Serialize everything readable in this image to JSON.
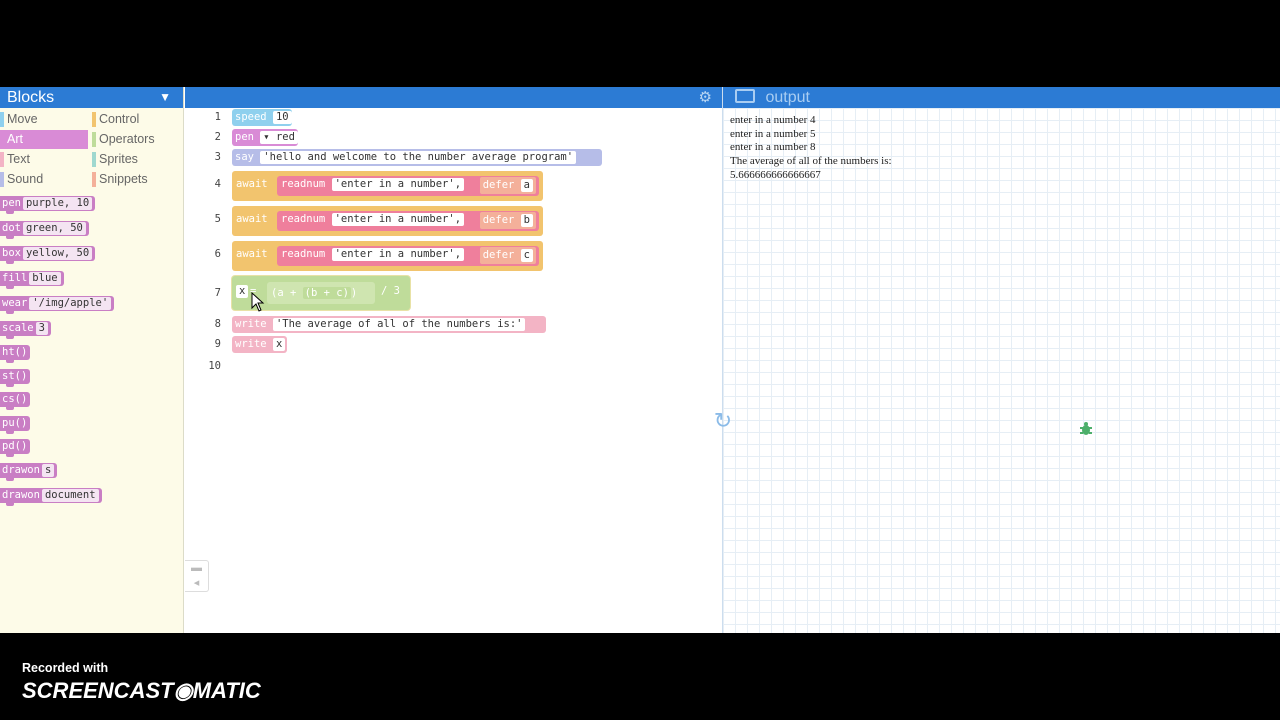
{
  "palette": {
    "title": "Blocks",
    "categories": [
      {
        "label": "Move",
        "color": "#8fd0ee"
      },
      {
        "label": "Control",
        "color": "#f2c46e"
      },
      {
        "label": "Art",
        "color": "#d98bd6"
      },
      {
        "label": "Operators",
        "color": "#bfdc9a"
      },
      {
        "label": "Text",
        "color": "#f3b4c5"
      },
      {
        "label": "Sprites",
        "color": "#9fd8cf"
      },
      {
        "label": "Sound",
        "color": "#b6bde8"
      },
      {
        "label": "Snippets",
        "color": "#f4b09a"
      }
    ],
    "blocks": [
      {
        "cmd": "pen",
        "arg": "purple, 10"
      },
      {
        "cmd": "dot",
        "arg": "green, 50"
      },
      {
        "cmd": "box",
        "arg": "yellow, 50"
      },
      {
        "cmd": "fill",
        "arg": "blue"
      },
      {
        "cmd": "wear",
        "arg": "'/img/apple'"
      },
      {
        "cmd": "scale",
        "arg": "3"
      },
      {
        "cmd": "ht()",
        "arg": ""
      },
      {
        "cmd": "st()",
        "arg": ""
      },
      {
        "cmd": "cs()",
        "arg": ""
      },
      {
        "cmd": "pu()",
        "arg": ""
      },
      {
        "cmd": "pd()",
        "arg": ""
      },
      {
        "cmd": "drawon",
        "arg": "s"
      },
      {
        "cmd": "drawon",
        "arg": "document"
      }
    ]
  },
  "editor": {
    "line_numbers": [
      "1",
      "2",
      "3",
      "4",
      "5",
      "6",
      "7",
      "8",
      "9",
      "10"
    ],
    "line1": {
      "kw": "speed",
      "arg": "10"
    },
    "line2": {
      "kw": "pen",
      "arg": "▾ red"
    },
    "line3": {
      "kw": "say",
      "arg": "'hello and welcome to the number average program'"
    },
    "line4": {
      "kw": "await",
      "fn": "readnum",
      "arg": "'enter in a number',",
      "defer": "defer",
      "var": "a"
    },
    "line5": {
      "kw": "await",
      "fn": "readnum",
      "arg": "'enter in a number',",
      "defer": "defer",
      "var": "b"
    },
    "line6": {
      "kw": "await",
      "fn": "readnum",
      "arg": "'enter in a number',",
      "defer": "defer",
      "var": "c"
    },
    "line7": {
      "lhs": "x",
      "eq": "=",
      "open": "(a",
      "plus1": "+",
      "inner": "(b + c)",
      "close": ")",
      "div": "/ 3"
    },
    "line8": {
      "kw": "write",
      "arg": "'The average of all of the numbers is:'"
    },
    "line9": {
      "kw": "write",
      "arg": "x"
    }
  },
  "output": {
    "title": "output",
    "lines": [
      "enter in a number 4",
      "enter in a number 5",
      "enter in a number 8",
      "The average of all of the numbers is:",
      "5.666666666666667"
    ]
  },
  "watermark": {
    "line1": "Recorded with",
    "line2": "SCREENCAST◉MATIC"
  },
  "colors": {
    "header_blue": "#2c7bd4",
    "speed": "#8fd0ee",
    "pen": "#d98bd6",
    "say": "#b6bde8",
    "await": "#f2c46e",
    "readnum": "#ef7f9c",
    "defer": "#f4b09a",
    "assign": "#bfdc9a",
    "write": "#f3b4c5"
  }
}
